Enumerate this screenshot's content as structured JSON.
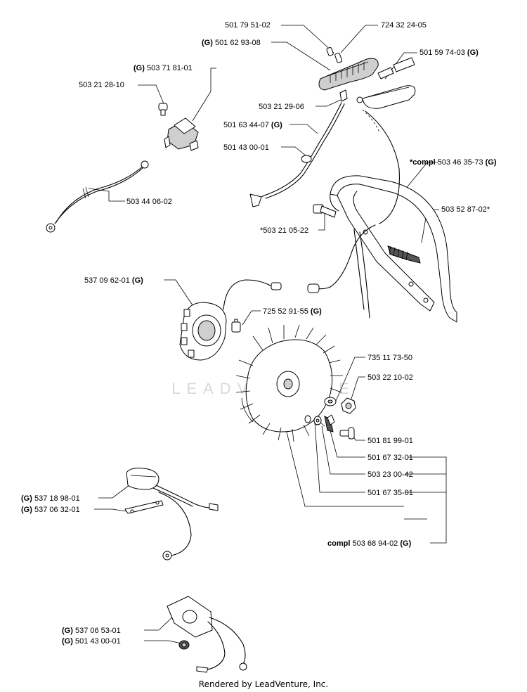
{
  "labels": {
    "p1": "501 79 51-02",
    "p2": "724 32 24-05",
    "p3_pre": "(G)",
    "p3": "501 62 93-08",
    "p4": "501 59 74-03",
    "p4_suf": "(G)",
    "p5_pre": "(G)",
    "p5": "503 71 81-01",
    "p6": "503 21 28-10",
    "p7": "503 21 29-06",
    "p8": "501 63 44-07",
    "p8_suf": "(G)",
    "p9": "501 43 00-01",
    "p10_pre": "*compl",
    "p10": "503 46 35-73",
    "p10_suf": "(G)",
    "p11": "503 44 06-02",
    "p12": "503 52 87-02*",
    "p13": "*503 21 05-22",
    "p14": "537 09 62-01",
    "p14_suf": "(G)",
    "p15": "725 52 91-55",
    "p15_suf": "(G)",
    "p16": "735 11 73-50",
    "p17": "503 22 10-02",
    "p18": "501 81 99-01",
    "p19": "501 67 32-01",
    "p20": "503 23 00-42",
    "p21": "501 67 35-01",
    "p22_pre": "compl",
    "p22": "503 68 94-02",
    "p22_suf": "(G)",
    "p23_pre": "(G)",
    "p23": "537 18 98-01",
    "p24_pre": "(G)",
    "p24": "537 06 32-01",
    "p25_pre": "(G)",
    "p25": "537 06 53-01",
    "p26_pre": "(G)",
    "p26": "501 43 00-01"
  },
  "watermark": "LEADVENTURE",
  "footer": "Rendered by LeadVenture, Inc."
}
